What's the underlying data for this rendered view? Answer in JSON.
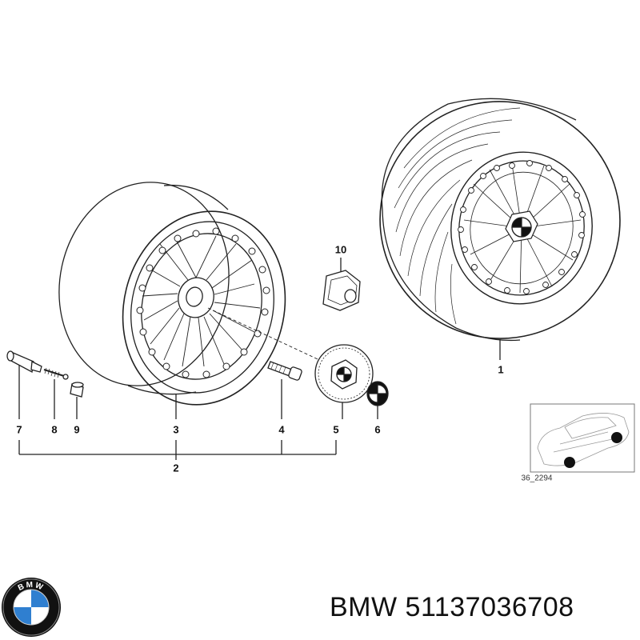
{
  "diagram": {
    "callouts": [
      {
        "id": "1",
        "label": "1"
      },
      {
        "id": "2",
        "label": "2"
      },
      {
        "id": "3",
        "label": "3"
      },
      {
        "id": "4",
        "label": "4"
      },
      {
        "id": "5",
        "label": "5"
      },
      {
        "id": "6",
        "label": "6"
      },
      {
        "id": "7",
        "label": "7"
      },
      {
        "id": "8",
        "label": "8"
      },
      {
        "id": "9",
        "label": "9"
      },
      {
        "id": "10",
        "label": "10"
      }
    ],
    "reference_code": "36_2294"
  },
  "caption": {
    "brand": "BMW",
    "part_number": "51137036708"
  },
  "logo": {
    "letters": "BMW",
    "colors": {
      "blue": "#2f7fd0",
      "white": "#ffffff",
      "ring": "#111111"
    }
  }
}
